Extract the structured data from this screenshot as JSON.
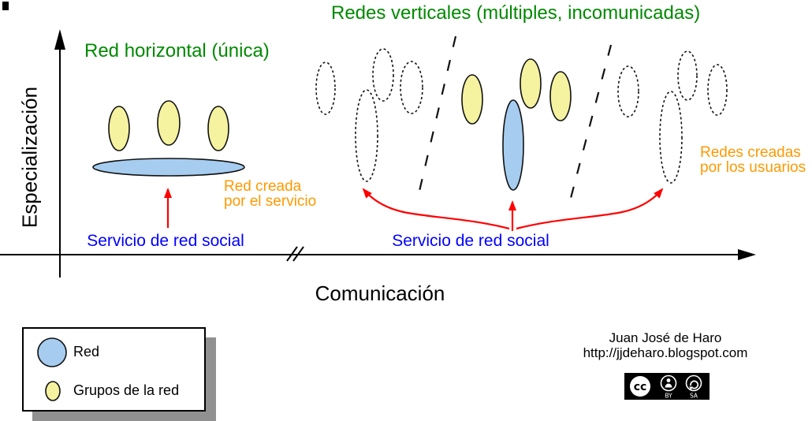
{
  "titles": {
    "vertical_networks": "Redes verticales (múltiples, incomunicadas)",
    "horizontal_network": "Red horizontal (única)"
  },
  "axes": {
    "y_label": "Especialización",
    "x_label": "Comunicación"
  },
  "annotations": {
    "service_left": "Servicio de red social",
    "service_right": "Servicio de red social",
    "created_by_service_line1": "Red creada",
    "created_by_service_line2": "por el servicio",
    "created_by_users_line1": "Redes creadas",
    "created_by_users_line2": "por los usuarios"
  },
  "legend": {
    "network_label": "Red",
    "groups_label": "Grupos de la red"
  },
  "credits": {
    "author": "Juan José de Haro",
    "url": "http://jjdeharo.blogspot.com"
  },
  "cc_badge": {
    "logo": "cc",
    "by": "BY",
    "sa": "SA"
  },
  "colors": {
    "title_green": "#008a00",
    "annotation_orange": "#ff9900",
    "service_blue": "#0000ff",
    "arrow_red": "#ff0000",
    "network_fill": "#a6cdf0",
    "group_fill": "#f5f2a0"
  }
}
